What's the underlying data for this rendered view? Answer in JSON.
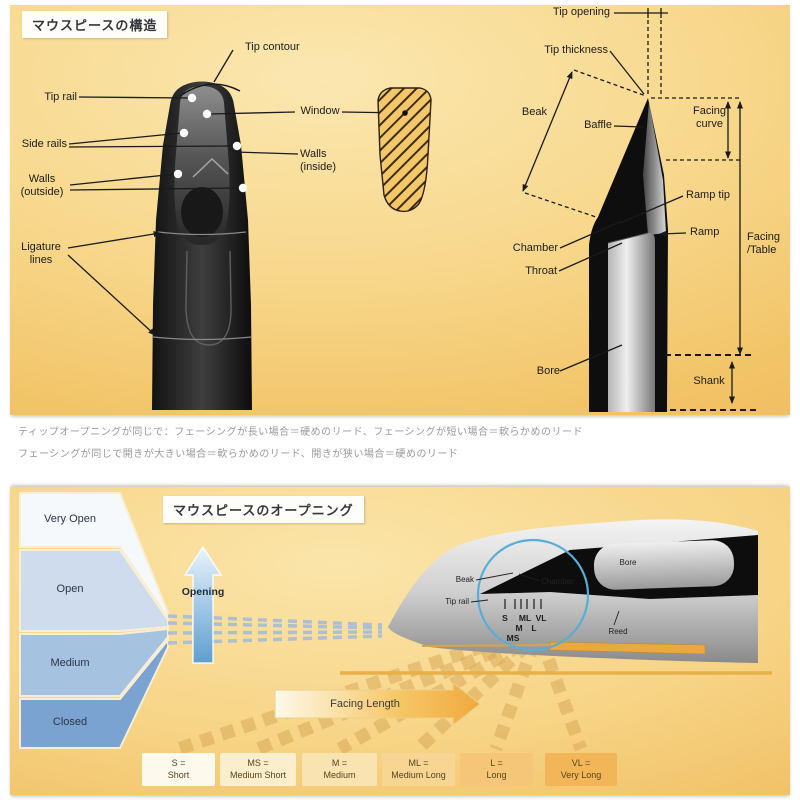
{
  "top_panel": {
    "title": "マウスピースの構造",
    "front_labels": {
      "tip_contour": "Tip contour",
      "tip_rail": "Tip rail",
      "side_rails": "Side rails",
      "walls_outside": "Walls",
      "walls_outside_sub": "(outside)",
      "window": "Window",
      "walls_inside": "Walls",
      "walls_inside_sub": "(inside)",
      "ligature": "Ligature",
      "ligature_sub": "lines"
    },
    "side_labels": {
      "tip_opening": "Tip opening",
      "tip_thickness": "Tip thickness",
      "beak": "Beak",
      "baffle": "Baffle",
      "facing_curve_l1": "Facing",
      "facing_curve_l2": "curve",
      "ramp_tip": "Ramp tip",
      "ramp": "Ramp",
      "chamber": "Chamber",
      "throat": "Throat",
      "facing_table_l1": "Facing",
      "facing_table_l2": "/Table",
      "bore": "Bore",
      "shank": "Shank"
    }
  },
  "notes": {
    "line1": "ティップオープニングが同じで：フェーシングが長い場合＝硬めのリード、フェーシングが短い場合＝軟らかめのリード",
    "line2": "フェーシングが同じで開きが大きい場合＝軟らかめのリード、開きが狭い場合＝硬めのリード"
  },
  "bottom_panel": {
    "title": "マウスピースのオープニング",
    "opening_levels": [
      "Very Open",
      "Open",
      "Medium",
      "Closed"
    ],
    "opening_arrow": "Opening",
    "part_labels": {
      "beak": "Beak",
      "tip_rail": "Tip rail",
      "chamber": "Chamber",
      "bore": "Bore",
      "reed": "Reed"
    },
    "facing_ticks": [
      "S",
      "MS",
      "M",
      "ML",
      "L",
      "VL"
    ],
    "facing_arrow": "Facing Length",
    "legend": [
      {
        "abbr": "S =",
        "name": "Short"
      },
      {
        "abbr": "MS =",
        "name": "Medium Short"
      },
      {
        "abbr": "M =",
        "name": "Medium"
      },
      {
        "abbr": "ML =",
        "name": "Medium Long"
      },
      {
        "abbr": "L =",
        "name": "Long"
      },
      {
        "abbr": "VL =",
        "name": "Very Long"
      }
    ]
  },
  "colors": {
    "panel_gold": "#f2c468",
    "accent_blue": "#57aed6",
    "reed_gold": "#e9a93e"
  }
}
